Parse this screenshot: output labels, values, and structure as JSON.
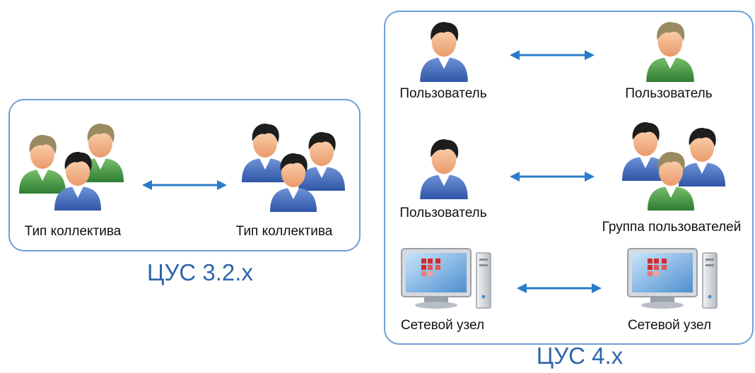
{
  "left_panel": {
    "caption": "ЦУС 3.2.x",
    "left_label": "Тип коллектива",
    "right_label": "Тип коллектива"
  },
  "right_panel": {
    "caption": "ЦУС 4.x",
    "rows": [
      {
        "left_label": "Пользователь",
        "right_label": "Пользователь"
      },
      {
        "left_label": "Пользователь",
        "right_label": "Группа пользователей"
      },
      {
        "left_label": "Сетевой узел",
        "right_label": "Сетевой узел"
      }
    ]
  },
  "colors": {
    "panel_border": "#6f9fd3",
    "arrow": "#2a7cc8",
    "caption": "#2e66ad",
    "shirt_blue": "#4a72c0",
    "shirt_green": "#4a9a46",
    "hair_black": "#1d1d1d",
    "hair_blonde": "#9a8a62",
    "skin": "#f2b78a"
  },
  "icons": [
    "group-icon",
    "user-icon",
    "workstation-icon",
    "bidirectional-arrow-icon"
  ]
}
